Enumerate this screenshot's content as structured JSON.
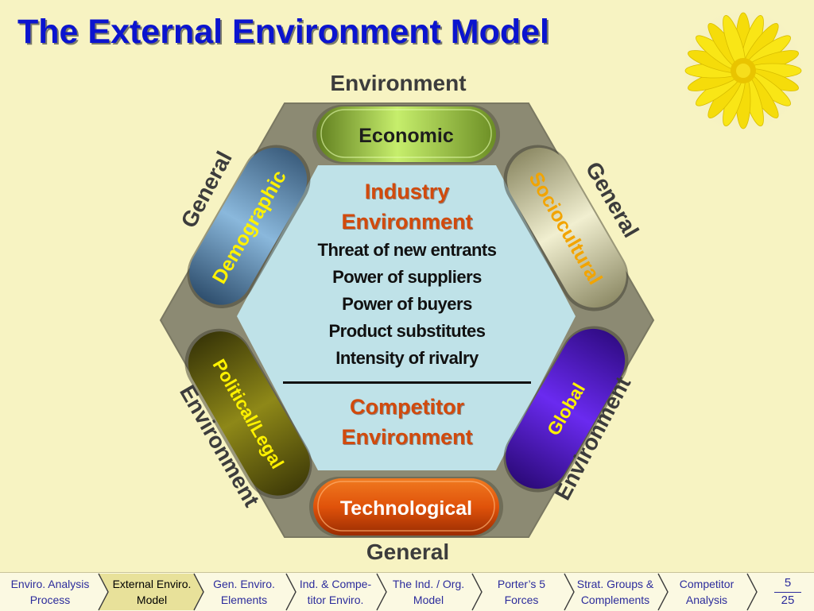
{
  "title": "The External Environment Model",
  "labels": {
    "top": "Environment",
    "bottom": "General",
    "upper_left": "General",
    "upper_right": "General",
    "lower_left": "Environment",
    "lower_right": "Environment"
  },
  "segments": {
    "economic": "Economic",
    "demographic": "Demographic",
    "sociocultural": "Sociocultural",
    "political_legal": "Political/Legal",
    "global": "Global",
    "technological": "Technological"
  },
  "industry": {
    "title_line1": "Industry",
    "title_line2": "Environment",
    "items": [
      "Threat of new entrants",
      "Power of suppliers",
      "Power of buyers",
      "Product substitutes",
      "Intensity of rivalry"
    ]
  },
  "competitor": {
    "line1": "Competitor",
    "line2": "Environment"
  },
  "nav": {
    "items": [
      {
        "line1": "Enviro. Analysis",
        "line2": "Process"
      },
      {
        "line1": "External Enviro.",
        "line2": "Model"
      },
      {
        "line1": "Gen. Enviro.",
        "line2": "Elements"
      },
      {
        "line1": "Ind. & Compe-",
        "line2": "titor Enviro."
      },
      {
        "line1": "The Ind. / Org.",
        "line2": "Model"
      },
      {
        "line1": "Porter’s 5",
        "line2": "Forces"
      },
      {
        "line1": "Strat. Groups &",
        "line2": "Complements"
      },
      {
        "line1": "Competitor",
        "line2": "Analysis"
      }
    ],
    "active_index": 1,
    "page_current": "5",
    "page_total": "25"
  },
  "colors": {
    "background": "#f7f3c2",
    "title": "#0b14cf",
    "outer_hexagon": "#8c8a73",
    "inner_hexagon": "#bfe2e8",
    "industry_title": "#d24a0c",
    "economic": "#b6e05a",
    "demographic": "#6b9cc4",
    "sociocultural": "#e6e3bd",
    "political_legal": "#757014",
    "global": "#5a16d8",
    "technological": "#e0520a"
  }
}
